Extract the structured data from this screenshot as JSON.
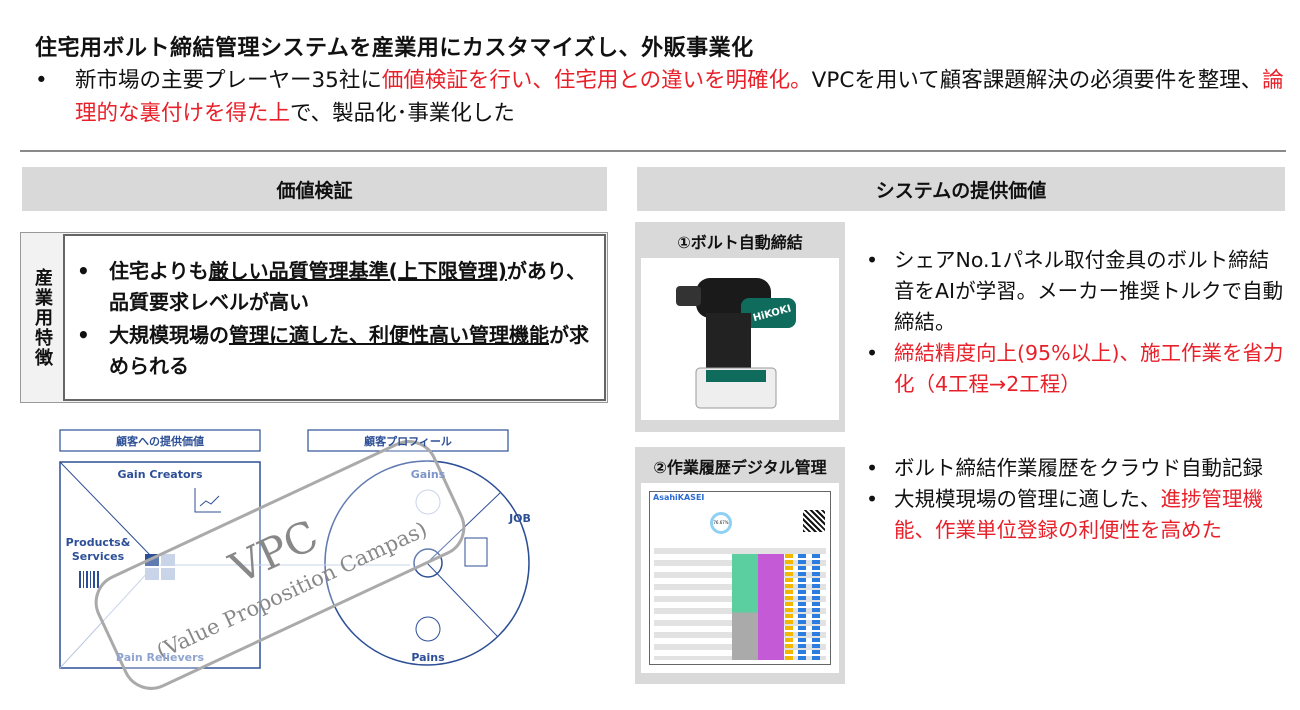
{
  "title": "住宅用ボルト締結管理システムを産業用にカスタマイズし、外販事業化",
  "lead": {
    "bullet": "•",
    "p1": "新市場の主要プレーヤー35社に",
    "r1": "価値検証を行い、住宅用との違いを明確化。",
    "p2": "VPCを用いて顧客課題解決の必須要件を整理、",
    "r2": "論理的な裏付けを得た上",
    "p3": "で、製品化･事業化した"
  },
  "left": {
    "header": "価値検証",
    "feature_label": "産業用特徴",
    "items": [
      {
        "bullet": "•",
        "a": "住宅よりも",
        "b": "厳しい品質管理基準(上下限管理)",
        "c": "があり、品質要求レベルが高い"
      },
      {
        "bullet": "•",
        "a": "大規模現場の",
        "b": "管理に適した、利便性高い管理機能",
        "c": "が求められる"
      }
    ]
  },
  "vpc": {
    "left_title": "顧客への提供価値",
    "right_title": "顧客プロフィール",
    "gain_creators": "Gain Creators",
    "products": "Products&",
    "services": "Services",
    "pain_relievers": "Pain Relievers",
    "gains": "Gains",
    "job": "JOB",
    "pains": "Pains",
    "stamp_main": "VPC",
    "stamp_sub": "(Value Proposition Campas)"
  },
  "right": {
    "header": "システムの提供価値",
    "card1": {
      "title": "①ボルト自動締結",
      "brand": "HiKOKI"
    },
    "card2": {
      "title": "②作業履歴デジタル管理",
      "brand": "AsahiKASEI",
      "gauge": "76.67%"
    },
    "b1": [
      {
        "bullet": "•",
        "text": "シェアNo.1パネル取付金具のボルト締結音をAIが学習。メーカー推奨トルクで自動締結。",
        "red": false
      },
      {
        "bullet": "•",
        "text": "締結精度向上(95%以上)、施工作業を省力化（4工程→2工程）",
        "red": true
      }
    ],
    "b2": [
      {
        "bullet": "•",
        "text": "ボルト締結作業履歴をクラウド自動記録"
      },
      {
        "bullet": "•",
        "text": "大規模現場の管理に適した、",
        "red": "進捗管理機能、作業単位登録の利便性を高めた"
      }
    ]
  },
  "colors": {
    "red": "#e8202a",
    "navy": "#1f3f8a",
    "gray": "#d9d9d9"
  }
}
